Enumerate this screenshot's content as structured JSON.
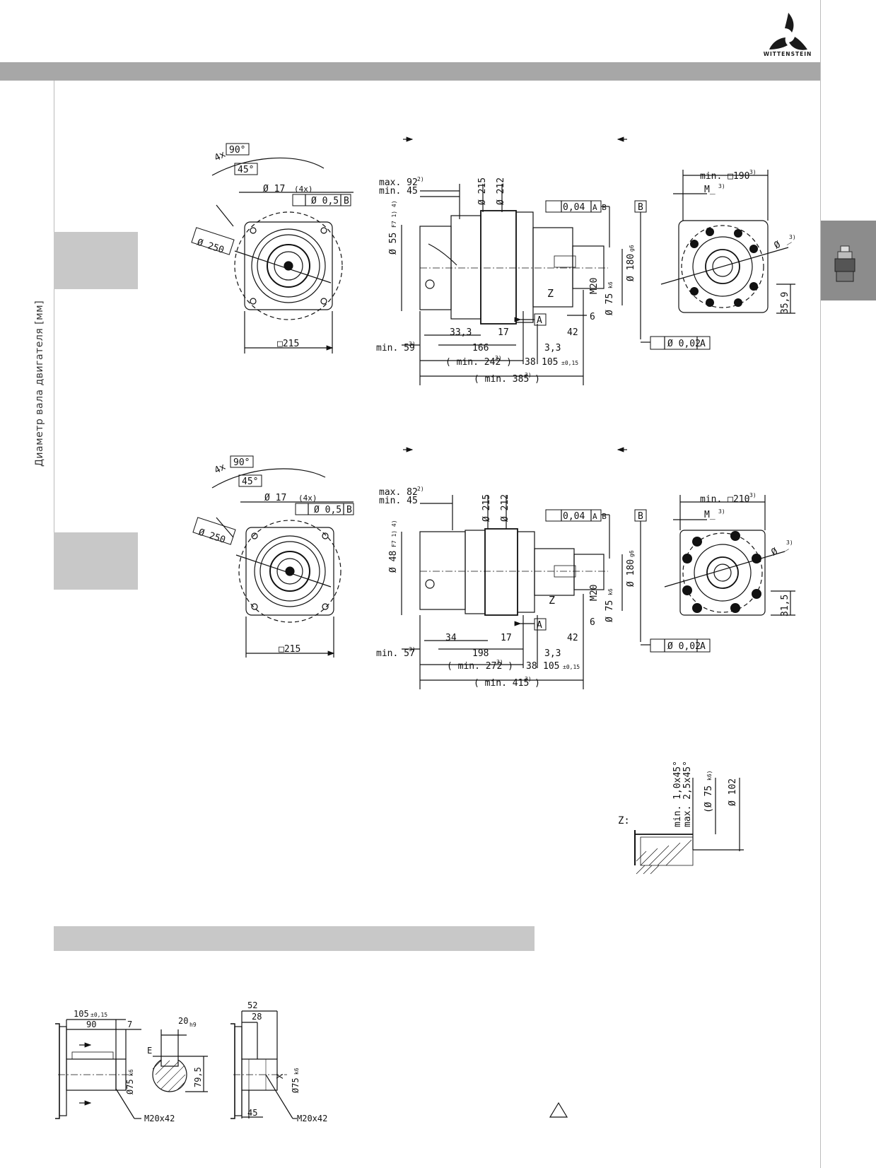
{
  "brand": {
    "name": "WITTENSTEIN"
  },
  "sidebar": {
    "label": "Диаметр вала двигателя [мм]"
  },
  "colors": {
    "top_bar": "#a7a7a7",
    "block": "#c8c8c8",
    "tab": "#8c8c8c"
  },
  "drawing1": {
    "angle_4x": "4x",
    "angle_90": "90°",
    "angle_45": "45°",
    "hole": "Ø 17",
    "hole_count": "(4x)",
    "tolerance": "Ø 0,5",
    "datum_b": "B",
    "pcd": "Ø 250",
    "square": "□215",
    "max_len": "max. 92",
    "max_sup": "2)",
    "min_len": "min. 45",
    "d215": "Ø 215",
    "d212": "Ø 212",
    "bore": "Ø 55",
    "bore_sup": "F7 1) 4)",
    "runout": "0,04",
    "runout_datums": "A B",
    "dim_33": "33,3",
    "dim_17": "17",
    "dim_42": "42",
    "dim_6": "6",
    "m20": "M20",
    "d75": "Ø 75",
    "d75_tol": "k6",
    "d180": "Ø 180",
    "d180_tol": "g6",
    "z": "Z",
    "datum_a": "A",
    "min59": "min. 59",
    "min59_sup": "3)",
    "dim_166": "166",
    "dim_3_3": "3,3",
    "min242": "( min. 242 )",
    "min242_sup": "3)",
    "dim_38": "38",
    "dim_105": "105",
    "dim_105_tol": "±0,15",
    "min385": "( min. 385 )",
    "min385_sup": "3)",
    "perp": "Ø 0,02",
    "perp_datum": "A",
    "min_sq": "min. □190",
    "min_sq_sup": "3)",
    "m_label": "M_",
    "m_sup": "3)",
    "phi": "Ø _",
    "phi_sup": "3)",
    "dim_35_9": "35,9"
  },
  "drawing2": {
    "angle_4x": "4x",
    "angle_90": "90°",
    "angle_45": "45°",
    "hole": "Ø 17",
    "hole_count": "(4x)",
    "tolerance": "Ø 0,5",
    "datum_b": "B",
    "pcd": "Ø 250",
    "square": "□215",
    "max_len": "max. 82",
    "max_sup": "2)",
    "min_len": "min. 45",
    "d215": "Ø 215",
    "d212": "Ø 212",
    "bore": "Ø 48",
    "bore_sup": "F7 1) 4)",
    "runout": "0,04",
    "runout_datums": "A B",
    "dim_34": "34",
    "dim_17": "17",
    "dim_42": "42",
    "dim_6": "6",
    "m20": "M20",
    "d75": "Ø 75",
    "d75_tol": "k6",
    "d180": "Ø 180",
    "d180_tol": "g6",
    "z": "Z",
    "datum_a": "A",
    "min57": "min. 57",
    "min57_sup": "3)",
    "dim_198": "198",
    "dim_3_3": "3,3",
    "min272": "( min. 272 )",
    "min272_sup": "3)",
    "dim_38": "38",
    "dim_105": "105",
    "dim_105_tol": "±0,15",
    "min415": "( min. 415 )",
    "min415_sup": "3)",
    "perp": "Ø 0,02",
    "perp_datum": "A",
    "min_sq": "min. □210",
    "min_sq_sup": "3)",
    "m_label": "M_",
    "m_sup": "3)",
    "phi": "Ø _",
    "phi_sup": "3)",
    "dim_31_5": "31,5"
  },
  "detail_z": {
    "label": "Z:",
    "chamfer_min": "min. 1,0x45°",
    "chamfer_max": "max. 2,5x45°",
    "d75": "(Ø 75",
    "d75_tol": "k6)",
    "d102": "Ø 102"
  },
  "shaft_key": {
    "dim_105": "105",
    "dim_105_tol": "±0,15",
    "dim_90": "90",
    "dim_7": "7",
    "dim_20": "20",
    "dim_20_tol": "h9",
    "e": "E",
    "d75": "Ø75",
    "d75_tol": "k6",
    "dim_79_5": "79,5",
    "thread": "M20x42"
  },
  "shaft_plain": {
    "dim_52": "52",
    "dim_28": "28",
    "x": "X",
    "d75": "Ø75",
    "d75_tol": "k6",
    "dim_45": "45",
    "thread": "M20x42"
  }
}
